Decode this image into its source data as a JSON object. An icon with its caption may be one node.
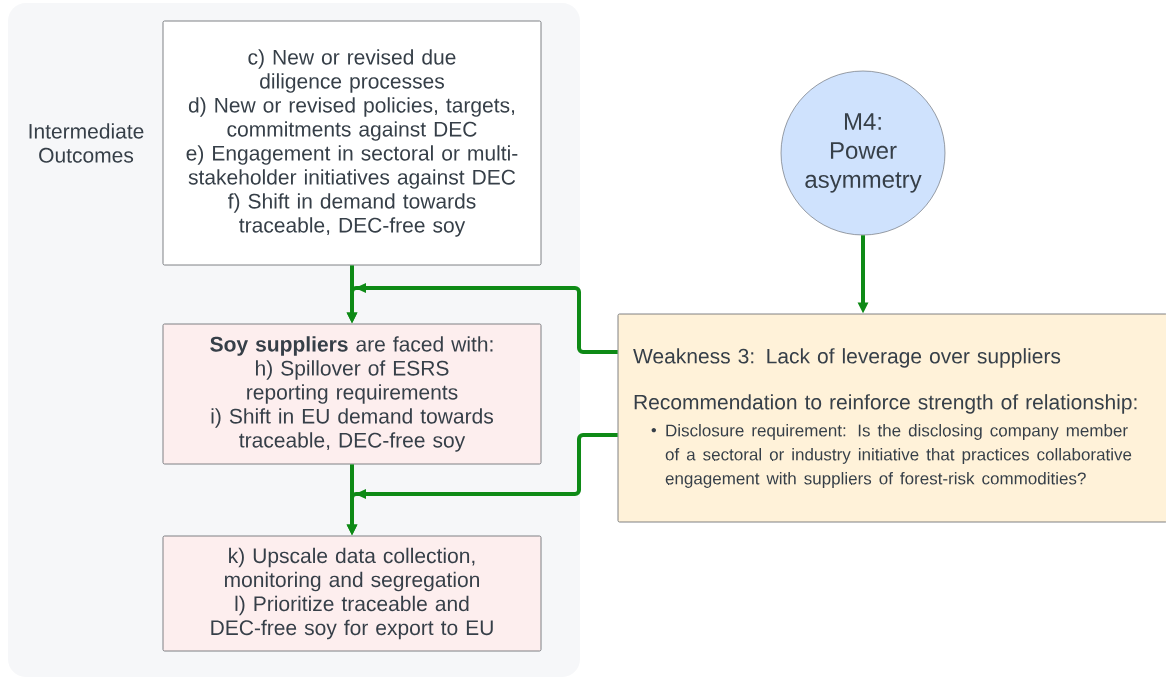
{
  "diagram": {
    "nodes": [
      {
        "text": [
          "Intermediate Outcomes"
        ]
      },
      {
        "text": [
          "c) New or revised due diligence processes",
          "d) New or revised policies, targets, commitments against DEC",
          "e) Engagement in sectoral or multi-stakeholder initiatives against DEC",
          "f) Shift in demand towards traceable, DEC-free soy"
        ],
        "in": 0
      },
      {
        "text": [
          "**Soy suppliers** are faced with:",
          "h) Spillover of ESRS reporting requirements",
          "i) Shift in EU demand towards traceable, DEC-free soy"
        ],
        "in": 0
      },
      {
        "text": [
          "k) Upscale data collection, monitoring and segregation",
          "l) Prioritize traceable and DEC-free soy for export to EU"
        ],
        "in": 0
      },
      {
        "text": [
          "M4: Power asymmetry"
        ]
      },
      {
        "text": [
          "Weakness 3: Lack of leverage over suppliers",
          "Recommendation to reinforce strength of relationship:",
          "Disclosure requirement: Is the disclosing company member of a sectoral or industry initiative that practices collaborative engagement with suppliers of forest-risk commodities?"
        ]
      }
    ],
    "edges": [
      {
        "from": 1,
        "to": 2,
        "arrow": "to"
      },
      {
        "from": 2,
        "to": 3,
        "arrow": "to"
      },
      {
        "from": 4,
        "to": 5,
        "arrow": "to"
      },
      {
        "from": 5,
        "to": 2,
        "arrow": "to"
      },
      {
        "from": 5,
        "to": 3,
        "arrow": "to"
      }
    ]
  }
}
